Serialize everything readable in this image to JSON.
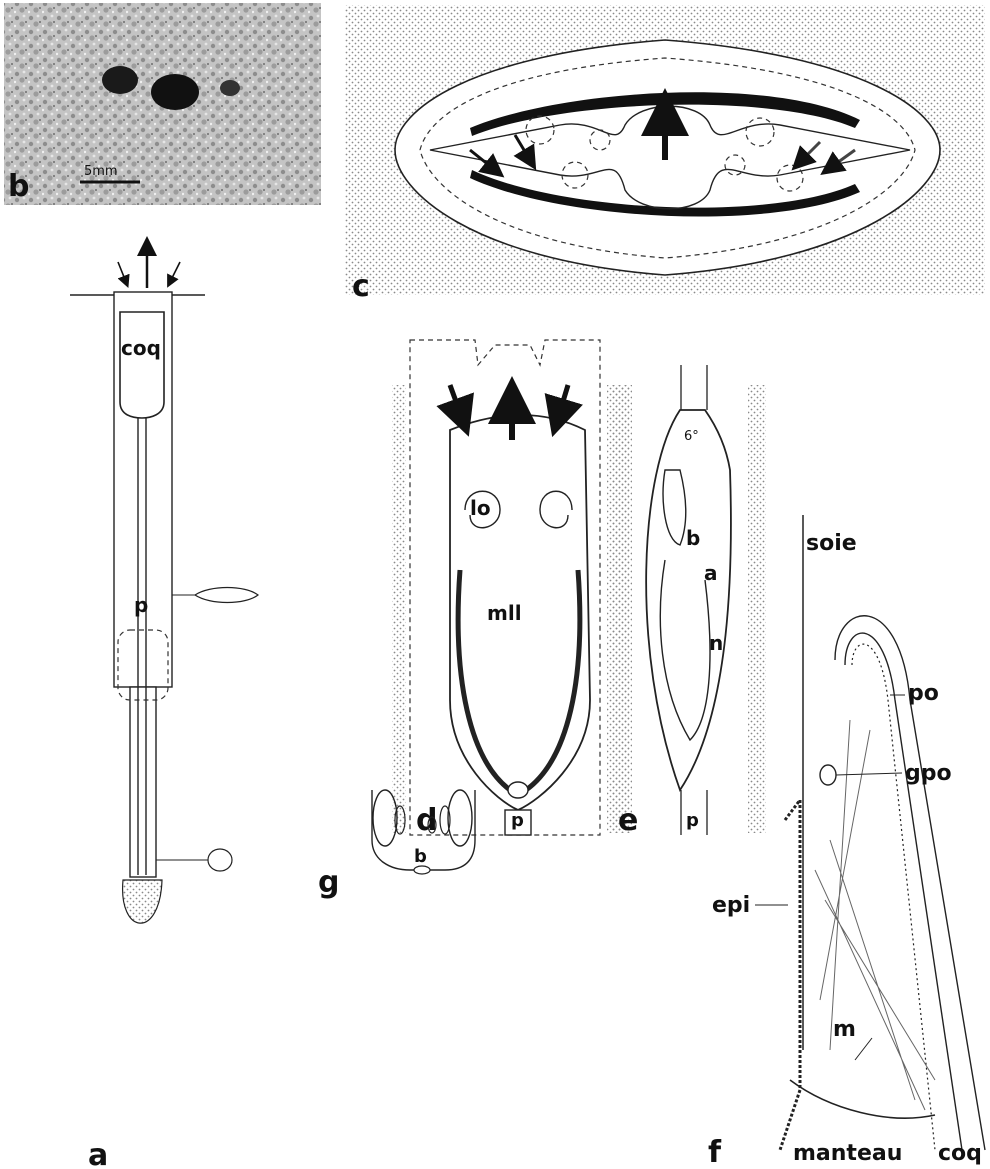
{
  "panels": {
    "a": {
      "letter": "a",
      "labels": {
        "coq": "coq",
        "p": "p"
      }
    },
    "b": {
      "letter": "b",
      "scale": "5mm"
    },
    "c": {
      "letter": "c"
    },
    "d": {
      "letter": "d",
      "labels": {
        "lo": "lo",
        "mll": "mll",
        "p": "p"
      }
    },
    "e": {
      "letter": "e",
      "labels": {
        "angle": "6°",
        "b": "b",
        "a": "a",
        "n": "n",
        "p": "p"
      }
    },
    "f": {
      "letter": "f",
      "labels": {
        "soie": "soie",
        "po": "po",
        "gpo": "gpo",
        "epi": "epi",
        "m": "m",
        "manteau": "manteau",
        "coq": "coq"
      }
    },
    "g": {
      "letter": "g",
      "labels": {
        "b": "b"
      }
    }
  },
  "colors": {
    "ink": "#111111",
    "photo_bg": "#b8b8b8",
    "stipple": "#9a9a9a"
  }
}
